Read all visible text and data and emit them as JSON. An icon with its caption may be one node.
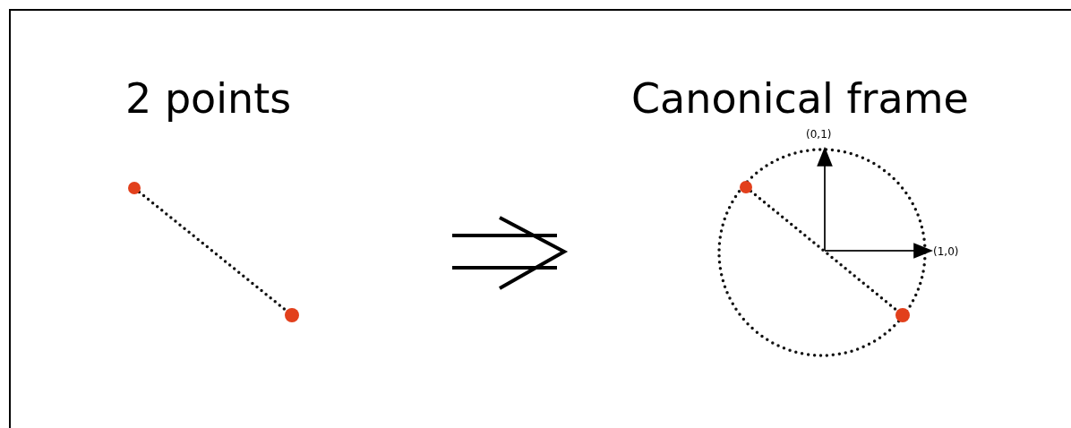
{
  "diagram": {
    "nodes": [
      {
        "text": [],
        "shape": "circle"
      },
      {
        "text": [],
        "shape": "circle"
      },
      {
        "text": [],
        "shape": "circle"
      },
      {
        "text": [],
        "shape": "circle"
      }
    ],
    "edges": [
      {
        "from": 0,
        "to": 1,
        "arrow": "none",
        "style": "dashed"
      },
      {
        "from": 2,
        "to": 3,
        "arrow": "none",
        "style": "dashed"
      }
    ],
    "labels": [
      "2 points",
      "Canonical frame",
      "(0,1)",
      "(1,0)"
    ]
  }
}
